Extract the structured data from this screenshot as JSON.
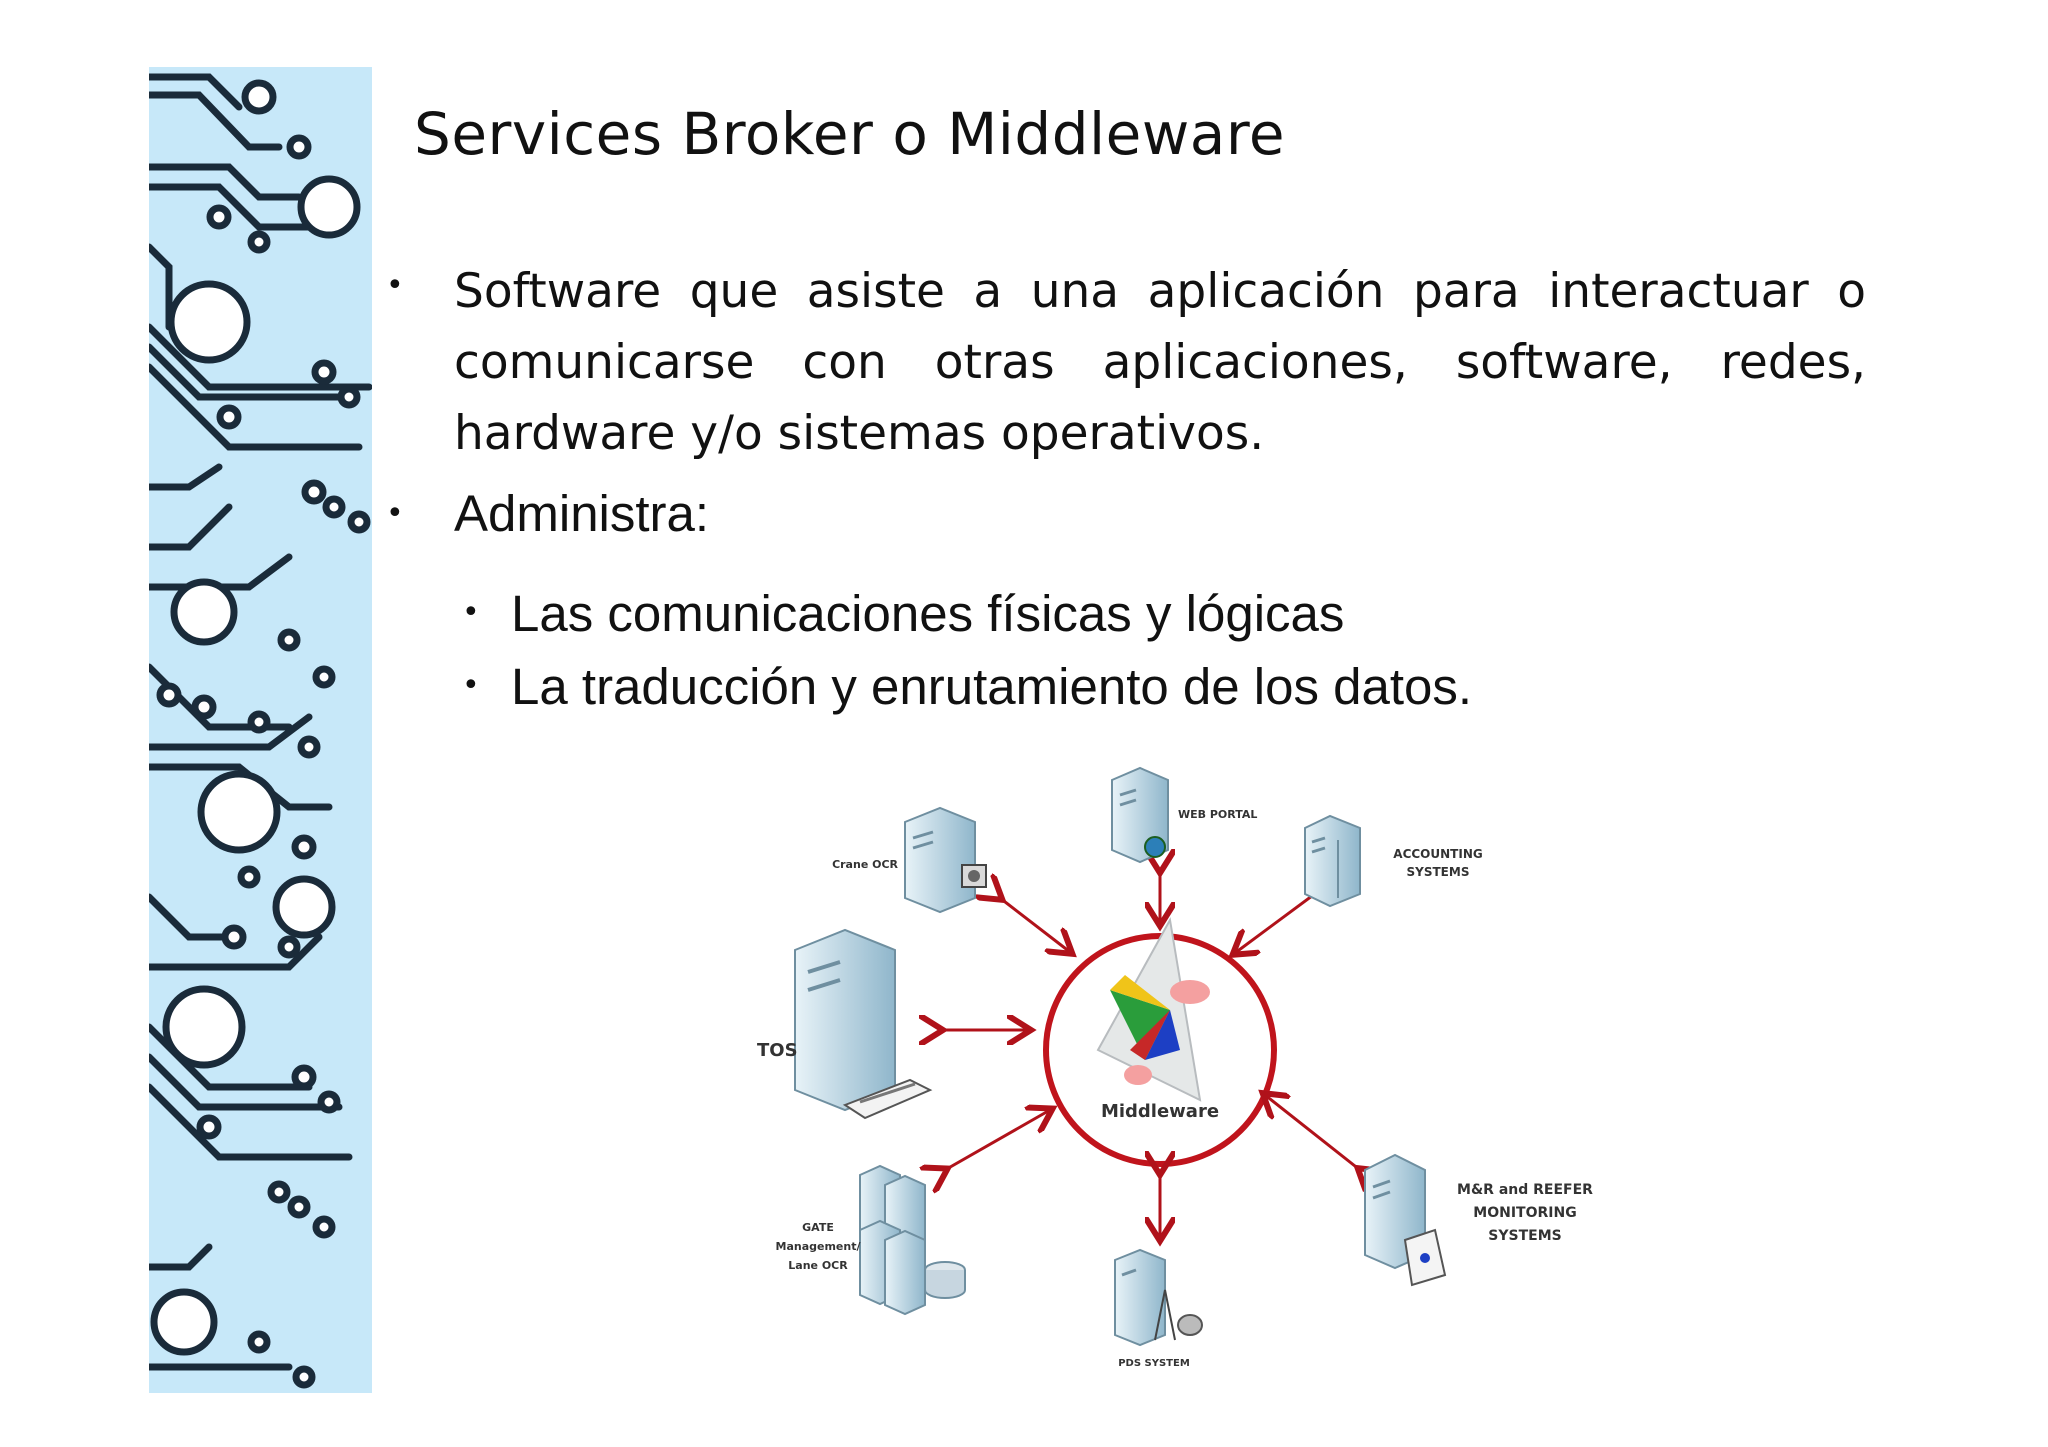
{
  "slide": {
    "title": "Services Broker o Middleware",
    "bullets": [
      {
        "text": "Software que asiste a una aplicación para interactuar o comunicarse con otras aplicaciones, software, redes, hardware y/o sistemas operativos."
      },
      {
        "text": "Administra:"
      }
    ],
    "sub_bullets": [
      "Las comunicaciones físicas y lógicas",
      "La traducción y enrutamiento de los datos."
    ],
    "bullet_glyph": "•"
  },
  "diagram": {
    "center_label": "Middleware",
    "nodes": {
      "web_portal": "WEB PORTAL",
      "crane_ocr": "Crane OCR",
      "accounting_1": "ACCOUNTING",
      "accounting_2": "SYSTEMS",
      "tos": "TOS",
      "gate_1": "GATE",
      "gate_2": "Management/",
      "gate_3": "Lane OCR",
      "pds": "PDS SYSTEM",
      "mr_1": "M&R and REEFER",
      "mr_2": "MONITORING",
      "mr_3": "SYSTEMS"
    },
    "colors": {
      "ring": "#c0141c",
      "arrow": "#b0121a",
      "server": "#9fc4d8"
    }
  },
  "strip": {
    "color": "#c7e8f9"
  }
}
